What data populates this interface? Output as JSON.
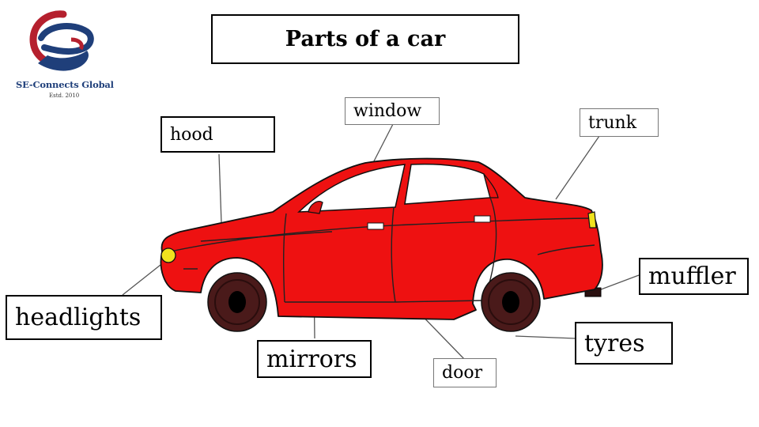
{
  "title": "Parts of a car",
  "logo": {
    "name": "SE-Connects Global",
    "established": "Estd. 2010",
    "colors": {
      "red": "#b5202e",
      "blue": "#1f3f7a"
    }
  },
  "car_color": "#ee1111",
  "labels": {
    "hood": "hood",
    "window": "window",
    "trunk": "trunk",
    "headlights": "headlights",
    "mirrors": "mirrors",
    "door": "door",
    "muffler": "muffler",
    "tyres": "tyres"
  }
}
